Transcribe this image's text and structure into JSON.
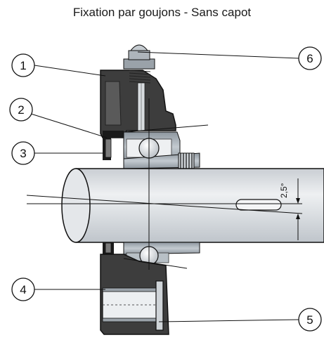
{
  "title": "Fixation par goujons - Sans capot",
  "angle_label": "2,5°",
  "callouts": [
    "1",
    "2",
    "3",
    "4",
    "5",
    "6"
  ],
  "colors": {
    "housing": "#3d3d3d",
    "shaft": "#d9dde1",
    "bearing_ring": "#a9b1b8",
    "line": "#111111",
    "seal": "#1a1a1a"
  }
}
